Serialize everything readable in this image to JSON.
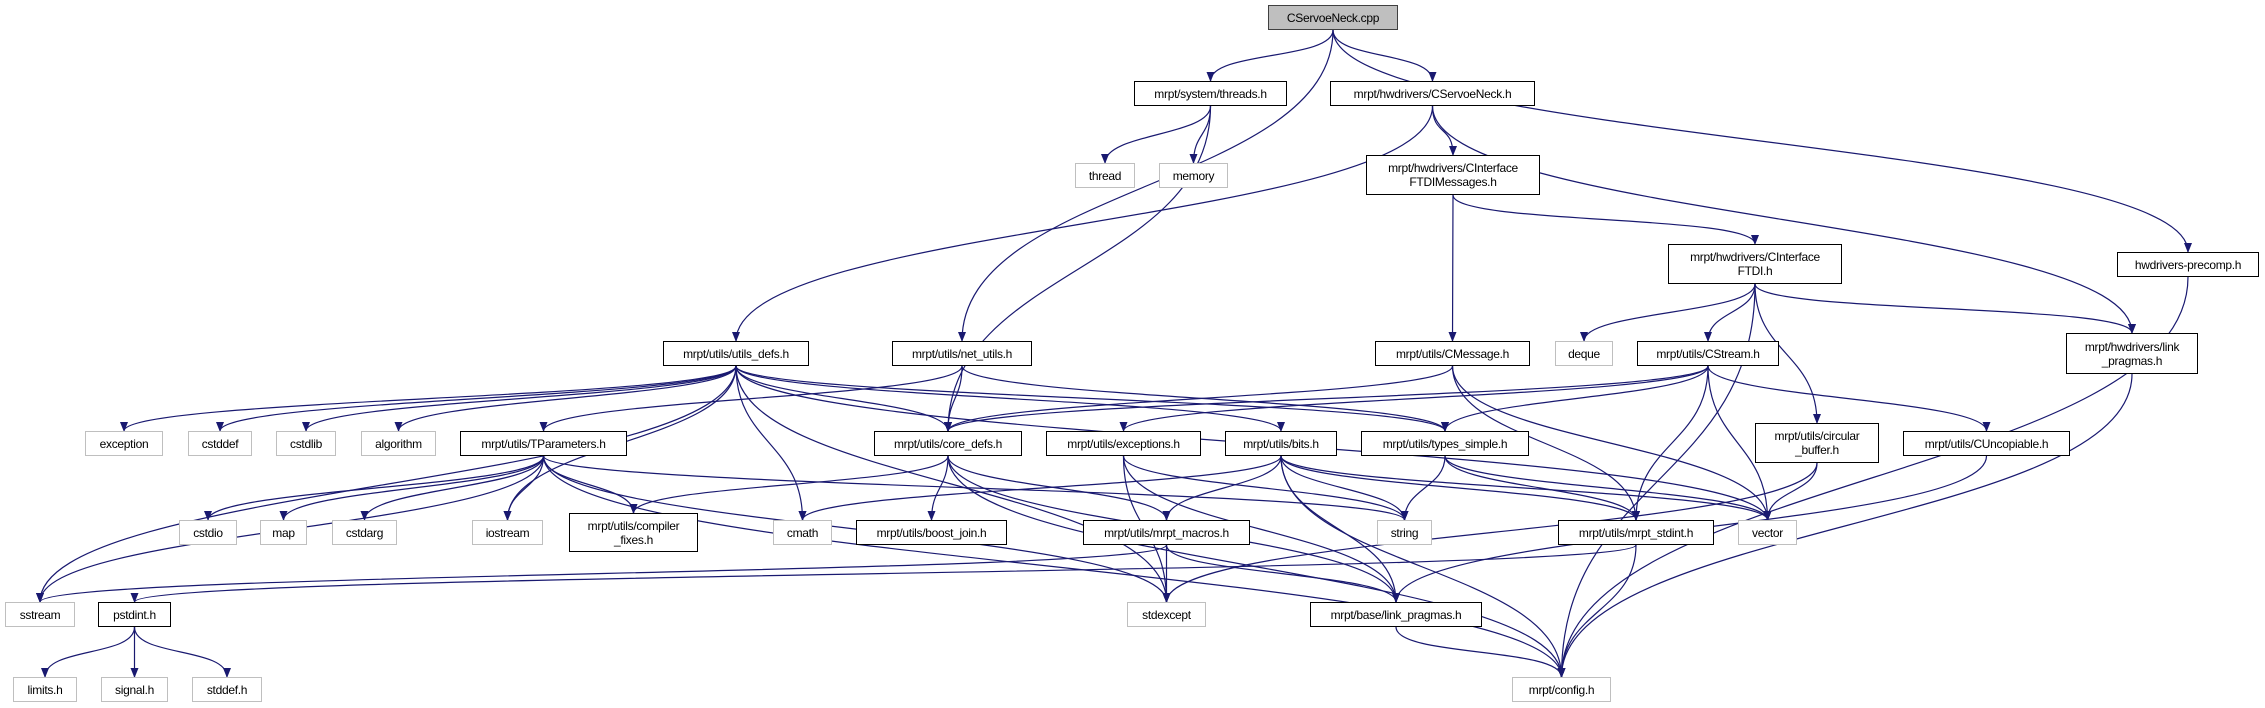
{
  "colors": {
    "edge": "#191970",
    "root_fill": "#bfbfbf",
    "ext_border": "#bfbfbf",
    "doc_border": "#000000"
  },
  "nodes": [
    {
      "id": "root",
      "label": "CServoeNeck.cpp",
      "kind": "root"
    },
    {
      "id": "threads",
      "label": "mrpt/system/threads.h",
      "kind": "doc"
    },
    {
      "id": "cservoeneck_h",
      "label": "mrpt/hwdrivers/CServoeNeck.h",
      "kind": "doc"
    },
    {
      "id": "thread",
      "label": "thread",
      "kind": "ext"
    },
    {
      "id": "memory",
      "label": "memory",
      "kind": "ext"
    },
    {
      "id": "ftdimsg",
      "label": "mrpt/hwdrivers/CInterface\nFTDIMessages.h",
      "kind": "doc"
    },
    {
      "id": "ftdi",
      "label": "mrpt/hwdrivers/CInterface\nFTDI.h",
      "kind": "doc"
    },
    {
      "id": "precomp",
      "label": "hwdrivers-precomp.h",
      "kind": "doc"
    },
    {
      "id": "hw_link",
      "label": "mrpt/hwdrivers/link\n_pragmas.h",
      "kind": "doc"
    },
    {
      "id": "utils_defs",
      "label": "mrpt/utils/utils_defs.h",
      "kind": "doc"
    },
    {
      "id": "net_utils",
      "label": "mrpt/utils/net_utils.h",
      "kind": "doc"
    },
    {
      "id": "cmessage",
      "label": "mrpt/utils/CMessage.h",
      "kind": "doc"
    },
    {
      "id": "deque",
      "label": "deque",
      "kind": "ext"
    },
    {
      "id": "cstream",
      "label": "mrpt/utils/CStream.h",
      "kind": "doc"
    },
    {
      "id": "exception",
      "label": "exception",
      "kind": "ext"
    },
    {
      "id": "cstddef",
      "label": "cstddef",
      "kind": "ext"
    },
    {
      "id": "cstdlib",
      "label": "cstdlib",
      "kind": "ext"
    },
    {
      "id": "algorithm",
      "label": "algorithm",
      "kind": "ext"
    },
    {
      "id": "tparams",
      "label": "mrpt/utils/TParameters.h",
      "kind": "doc"
    },
    {
      "id": "core_defs",
      "label": "mrpt/utils/core_defs.h",
      "kind": "doc"
    },
    {
      "id": "exceptions",
      "label": "mrpt/utils/exceptions.h",
      "kind": "doc"
    },
    {
      "id": "bits",
      "label": "mrpt/utils/bits.h",
      "kind": "doc"
    },
    {
      "id": "types_simple",
      "label": "mrpt/utils/types_simple.h",
      "kind": "doc"
    },
    {
      "id": "circular",
      "label": "mrpt/utils/circular\n_buffer.h",
      "kind": "doc"
    },
    {
      "id": "cuncopiable",
      "label": "mrpt/utils/CUncopiable.h",
      "kind": "doc"
    },
    {
      "id": "cstdio",
      "label": "cstdio",
      "kind": "ext"
    },
    {
      "id": "map",
      "label": "map",
      "kind": "ext"
    },
    {
      "id": "cstdarg",
      "label": "cstdarg",
      "kind": "ext"
    },
    {
      "id": "iostream",
      "label": "iostream",
      "kind": "ext"
    },
    {
      "id": "compiler_fixes",
      "label": "mrpt/utils/compiler\n_fixes.h",
      "kind": "doc"
    },
    {
      "id": "cmath",
      "label": "cmath",
      "kind": "ext"
    },
    {
      "id": "boost_join",
      "label": "mrpt/utils/boost_join.h",
      "kind": "doc"
    },
    {
      "id": "mrpt_macros",
      "label": "mrpt/utils/mrpt_macros.h",
      "kind": "doc"
    },
    {
      "id": "string",
      "label": "string",
      "kind": "ext"
    },
    {
      "id": "mrpt_stdint",
      "label": "mrpt/utils/mrpt_stdint.h",
      "kind": "doc"
    },
    {
      "id": "vector",
      "label": "vector",
      "kind": "ext"
    },
    {
      "id": "sstream",
      "label": "sstream",
      "kind": "ext"
    },
    {
      "id": "pstdint",
      "label": "pstdint.h",
      "kind": "doc"
    },
    {
      "id": "stdexcept",
      "label": "stdexcept",
      "kind": "ext"
    },
    {
      "id": "base_link",
      "label": "mrpt/base/link_pragmas.h",
      "kind": "doc"
    },
    {
      "id": "limits",
      "label": "limits.h",
      "kind": "ext"
    },
    {
      "id": "signal",
      "label": "signal.h",
      "kind": "ext"
    },
    {
      "id": "stddef",
      "label": "stddef.h",
      "kind": "ext"
    },
    {
      "id": "config",
      "label": "mrpt/config.h",
      "kind": "ext"
    }
  ],
  "edges": [
    [
      "root",
      "threads"
    ],
    [
      "root",
      "cservoeneck_h"
    ],
    [
      "root",
      "net_utils"
    ],
    [
      "root",
      "precomp"
    ],
    [
      "threads",
      "thread"
    ],
    [
      "threads",
      "memory"
    ],
    [
      "threads",
      "core_defs"
    ],
    [
      "cservoeneck_h",
      "ftdimsg"
    ],
    [
      "cservoeneck_h",
      "utils_defs"
    ],
    [
      "cservoeneck_h",
      "hw_link"
    ],
    [
      "ftdimsg",
      "cmessage"
    ],
    [
      "ftdimsg",
      "ftdi"
    ],
    [
      "ftdi",
      "deque"
    ],
    [
      "ftdi",
      "cstream"
    ],
    [
      "ftdi",
      "circular"
    ],
    [
      "ftdi",
      "hw_link"
    ],
    [
      "ftdi",
      "config"
    ],
    [
      "precomp",
      "config"
    ],
    [
      "hw_link",
      "config"
    ],
    [
      "cmessage",
      "core_defs"
    ],
    [
      "cmessage",
      "mrpt_stdint"
    ],
    [
      "cmessage",
      "vector"
    ],
    [
      "cstream",
      "core_defs"
    ],
    [
      "cstream",
      "exceptions"
    ],
    [
      "cstream",
      "types_simple"
    ],
    [
      "cstream",
      "vector"
    ],
    [
      "cstream",
      "cuncopiable"
    ],
    [
      "cstream",
      "mrpt_stdint"
    ],
    [
      "circular",
      "vector"
    ],
    [
      "circular",
      "stdexcept"
    ],
    [
      "cuncopiable",
      "base_link"
    ],
    [
      "utils_defs",
      "sstream"
    ],
    [
      "utils_defs",
      "exception"
    ],
    [
      "utils_defs",
      "cstddef"
    ],
    [
      "utils_defs",
      "cstdlib"
    ],
    [
      "utils_defs",
      "algorithm"
    ],
    [
      "utils_defs",
      "iostream"
    ],
    [
      "utils_defs",
      "cmath"
    ],
    [
      "utils_defs",
      "stdexcept"
    ],
    [
      "utils_defs",
      "core_defs"
    ],
    [
      "utils_defs",
      "bits"
    ],
    [
      "utils_defs",
      "types_simple"
    ],
    [
      "utils_defs",
      "vector"
    ],
    [
      "net_utils",
      "tparams"
    ],
    [
      "net_utils",
      "core_defs"
    ],
    [
      "net_utils",
      "types_simple"
    ],
    [
      "tparams",
      "cstdio"
    ],
    [
      "tparams",
      "map"
    ],
    [
      "tparams",
      "cstdarg"
    ],
    [
      "tparams",
      "iostream"
    ],
    [
      "tparams",
      "compiler_fixes"
    ],
    [
      "tparams",
      "sstream"
    ],
    [
      "tparams",
      "string"
    ],
    [
      "tparams",
      "stdexcept"
    ],
    [
      "tparams",
      "config"
    ],
    [
      "core_defs",
      "compiler_fixes"
    ],
    [
      "core_defs",
      "boost_join"
    ],
    [
      "core_defs",
      "mrpt_macros"
    ],
    [
      "core_defs",
      "config"
    ],
    [
      "core_defs",
      "base_link"
    ],
    [
      "exceptions",
      "string"
    ],
    [
      "exceptions",
      "stdexcept"
    ],
    [
      "exceptions",
      "base_link"
    ],
    [
      "bits",
      "cmath"
    ],
    [
      "bits",
      "mrpt_macros"
    ],
    [
      "bits",
      "string"
    ],
    [
      "bits",
      "base_link"
    ],
    [
      "bits",
      "config"
    ],
    [
      "bits",
      "mrpt_stdint"
    ],
    [
      "bits",
      "vector"
    ],
    [
      "types_simple",
      "string"
    ],
    [
      "types_simple",
      "mrpt_stdint"
    ],
    [
      "types_simple",
      "vector"
    ],
    [
      "mrpt_macros",
      "sstream"
    ],
    [
      "mrpt_macros",
      "stdexcept"
    ],
    [
      "mrpt_macros",
      "base_link"
    ],
    [
      "mrpt_stdint",
      "pstdint"
    ],
    [
      "mrpt_stdint",
      "config"
    ],
    [
      "pstdint",
      "limits"
    ],
    [
      "pstdint",
      "signal"
    ],
    [
      "pstdint",
      "stddef"
    ],
    [
      "base_link",
      "config"
    ]
  ]
}
